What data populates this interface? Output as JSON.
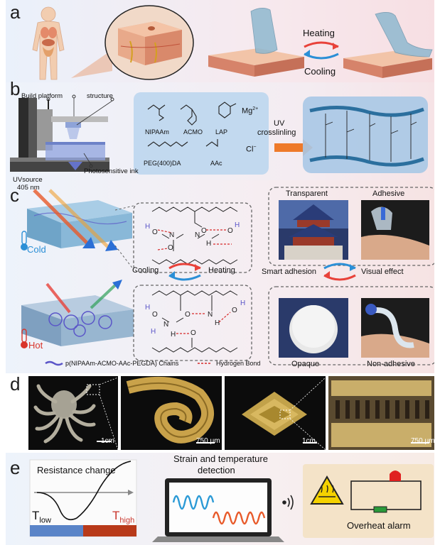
{
  "panels": {
    "a": "a",
    "b": "b",
    "c": "c",
    "d": "d",
    "e": "e"
  },
  "panel_a": {
    "heating": "Heating",
    "cooling": "Cooling"
  },
  "panel_b": {
    "build_platform": "Build platform",
    "structure": "structure",
    "uv_source": "UVsource",
    "uv_wavelength": "405 nm",
    "photosensitive_ink": "Photosensitive ink",
    "monomers": [
      "NIPAAm",
      "ACMO",
      "LAP",
      "PEG(400)DA",
      "AAc"
    ],
    "mg": "Mg",
    "mg_charge": "2+",
    "cl": "Cl",
    "cl_charge": "−",
    "uv_crosslink_1": "UV",
    "uv_crosslink_2": "crosslinling"
  },
  "panel_c": {
    "cold": "Cold",
    "hot": "Hot",
    "cooling": "Cooling",
    "heating": "Heating",
    "smart_adhesion": "Smart adhesion",
    "visual_effect": "Visual effect",
    "transparent": "Transparent",
    "adhesive": "Adhesive",
    "opaque": "Opaque",
    "non_adhesive": "Non-adhesive",
    "legend_chains": "p(NIPAAm-ACMO-AAc-PEGDA) Chains",
    "legend_hbond": "Hydrogen Bond"
  },
  "panel_d": {
    "scale1": "1cm",
    "scale2": "750 μm",
    "scale3": "1cm",
    "scale4": "750 μm"
  },
  "panel_e": {
    "resistance_change": "Resistance change",
    "t_low": "T",
    "t_low_sub": "low",
    "t_high": "T",
    "t_high_sub": "high",
    "detection_title_1": "Strain and temperature",
    "detection_title_2": "detection",
    "overheat": "Overheat alarm"
  },
  "colors": {
    "cold": "#2b8fd6",
    "hot": "#d9352b",
    "hbond": "#d62a2a",
    "chain": "#5a55c8"
  }
}
